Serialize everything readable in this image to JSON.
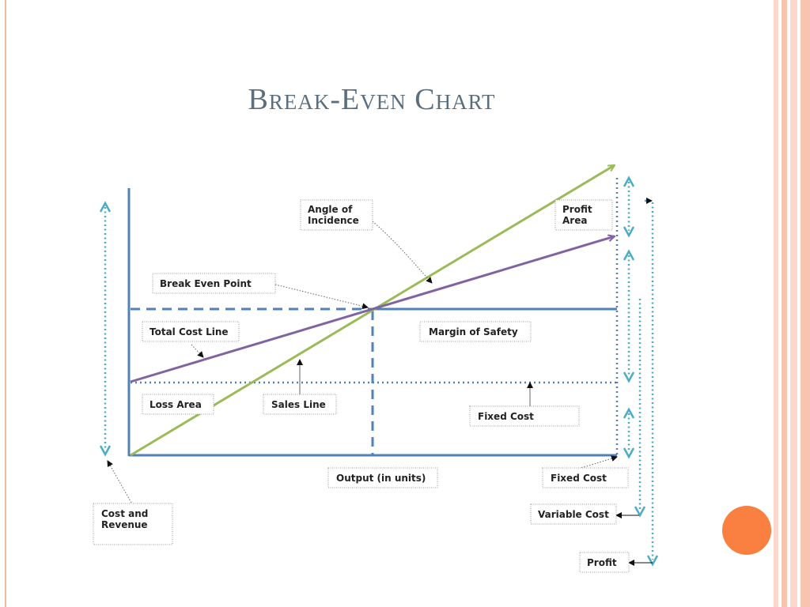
{
  "slide": {
    "title": "Break-Even Chart"
  },
  "colors": {
    "axis": "#4f81bd",
    "sales_line": "#9bbb59",
    "total_cost_line": "#8064a2",
    "dimension_arrows": "#4bacc6",
    "accent_dot": "#f98040",
    "frame": "#f4b9a3"
  },
  "diagram": {
    "labels": {
      "angle_of_incidence": [
        "Angle of",
        "Incidence"
      ],
      "profit_area": [
        "Profit",
        "Area"
      ],
      "break_even_point": [
        "Break Even Point"
      ],
      "total_cost_line": [
        "Total Cost Line"
      ],
      "margin_of_safety": [
        "Margin of Safety"
      ],
      "loss_area": [
        "Loss Area"
      ],
      "sales_line": [
        "Sales Line"
      ],
      "fixed_cost_area": [
        "Fixed Cost"
      ],
      "output_axis": [
        "Output (in units)"
      ],
      "fixed_cost_dim": [
        "Fixed Cost"
      ],
      "cost_and_revenue": [
        "Cost and",
        "Revenue"
      ],
      "variable_cost": [
        "Variable Cost"
      ],
      "profit": [
        "Profit"
      ]
    }
  }
}
